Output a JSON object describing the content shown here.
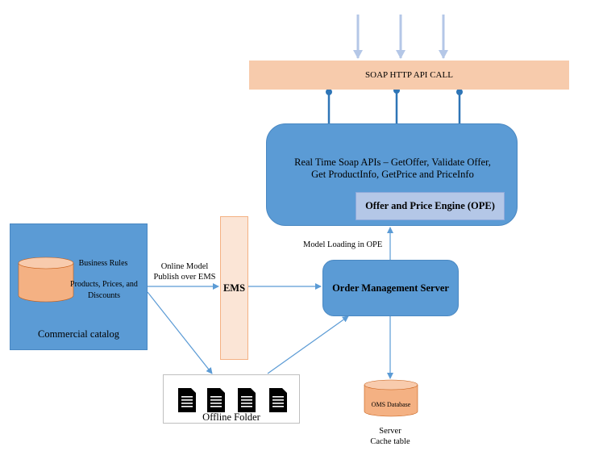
{
  "soap_bar": {
    "label": "SOAP HTTP API CALL"
  },
  "rt_apis": {
    "line1": "Real Time Soap APIs – GetOffer, Validate Offer,",
    "line2": "Get ProductInfo, GetPrice and PriceInfo"
  },
  "ope": {
    "label": "Offer and Price Engine (OPE)"
  },
  "oms": {
    "label": "Order Management Server"
  },
  "ems": {
    "label": "EMS"
  },
  "catalog": {
    "label": "Commercial catalog",
    "business_rules": "Business Rules",
    "products_line1": "Products, Prices, and",
    "products_line2": "Discounts"
  },
  "online_publish": {
    "line1": "Online Model",
    "line2": "Publish over EMS"
  },
  "model_loading": {
    "label": "Model Loading in OPE"
  },
  "offline": {
    "label": "Offline Folder"
  },
  "oms_db": {
    "label": "OMS Database",
    "caption_line1": "Server",
    "caption_line2": "Cache table"
  },
  "colors": {
    "blue_box": "#5b9bd5",
    "ope_box": "#b4c7e7",
    "soap_bar": "#f7cbac",
    "ems_box": "#fbe5d6",
    "db": "#f4b183",
    "connector": "#5b9bd5",
    "api_arrow": "#b4c7e7"
  }
}
